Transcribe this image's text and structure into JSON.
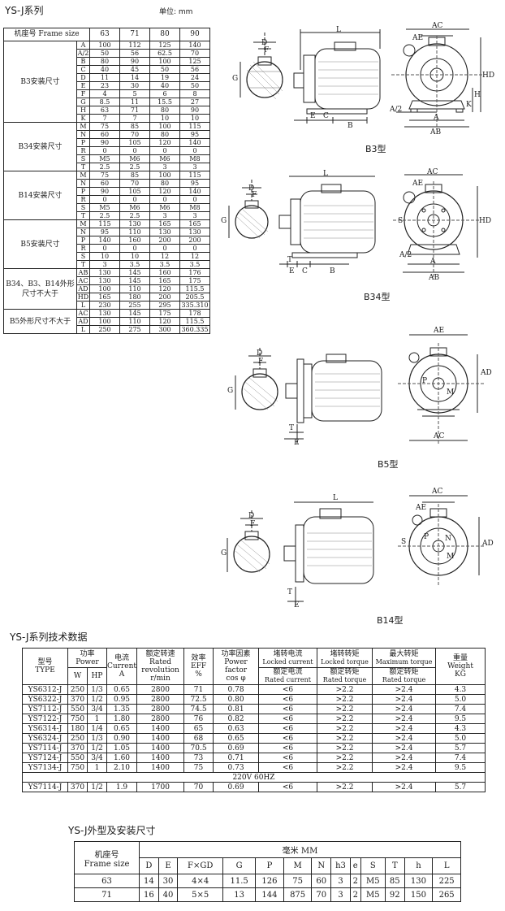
{
  "header": {
    "series_title": "YS-J系列",
    "unit_label": "单位: mm"
  },
  "dim_table": {
    "frame_label": "机座号 Frame size",
    "frames": [
      "63",
      "71",
      "80",
      "90"
    ],
    "groups": [
      {
        "label": "B3安装尺寸",
        "rows": [
          {
            "code": "A",
            "values": [
              "100",
              "112",
              "125",
              "140"
            ]
          },
          {
            "code": "A/2",
            "values": [
              "50",
              "56",
              "62.5",
              "70"
            ]
          },
          {
            "code": "B",
            "values": [
              "80",
              "90",
              "100",
              "125"
            ]
          },
          {
            "code": "C",
            "values": [
              "40",
              "45",
              "50",
              "56"
            ]
          },
          {
            "code": "D",
            "values": [
              "11",
              "14",
              "19",
              "24"
            ]
          },
          {
            "code": "E",
            "values": [
              "23",
              "30",
              "40",
              "50"
            ]
          },
          {
            "code": "F",
            "values": [
              "4",
              "5",
              "6",
              "8"
            ]
          },
          {
            "code": "G",
            "values": [
              "8.5",
              "11",
              "15.5",
              "27"
            ]
          },
          {
            "code": "H",
            "values": [
              "63",
              "71",
              "80",
              "90"
            ]
          },
          {
            "code": "K",
            "values": [
              "7",
              "7",
              "10",
              "10"
            ]
          }
        ]
      },
      {
        "label": "B34安装尺寸",
        "rows": [
          {
            "code": "M",
            "values": [
              "75",
              "85",
              "100",
              "115"
            ]
          },
          {
            "code": "N",
            "values": [
              "60",
              "70",
              "80",
              "95"
            ]
          },
          {
            "code": "P",
            "values": [
              "90",
              "105",
              "120",
              "140"
            ]
          },
          {
            "code": "R",
            "values": [
              "0",
              "0",
              "0",
              "0"
            ]
          },
          {
            "code": "S",
            "values": [
              "M5",
              "M6",
              "M6",
              "M8"
            ]
          },
          {
            "code": "T",
            "values": [
              "2.5",
              "2.5",
              "3",
              "3"
            ]
          }
        ]
      },
      {
        "label": "B14安装尺寸",
        "rows": [
          {
            "code": "M",
            "values": [
              "75",
              "85",
              "100",
              "115"
            ]
          },
          {
            "code": "N",
            "values": [
              "60",
              "70",
              "80",
              "95"
            ]
          },
          {
            "code": "P",
            "values": [
              "90",
              "105",
              "120",
              "140"
            ]
          },
          {
            "code": "R",
            "values": [
              "0",
              "0",
              "0",
              "0"
            ]
          },
          {
            "code": "S",
            "values": [
              "M5",
              "M6",
              "M6",
              "M8"
            ]
          },
          {
            "code": "T",
            "values": [
              "2.5",
              "2.5",
              "3",
              "3"
            ]
          }
        ]
      },
      {
        "label": "B5安装尺寸",
        "rows": [
          {
            "code": "M",
            "values": [
              "115",
              "130",
              "165",
              "165"
            ]
          },
          {
            "code": "N",
            "values": [
              "95",
              "110",
              "130",
              "130"
            ]
          },
          {
            "code": "P",
            "values": [
              "140",
              "160",
              "200",
              "200"
            ]
          },
          {
            "code": "R",
            "values": [
              "0",
              "0",
              "0",
              "0"
            ]
          },
          {
            "code": "S",
            "values": [
              "10",
              "10",
              "12",
              "12"
            ]
          },
          {
            "code": "T",
            "values": [
              "3",
              "3.5",
              "3.5",
              "3.5"
            ]
          }
        ]
      },
      {
        "label": "B34、B3、B14外形尺寸不大于",
        "rows": [
          {
            "code": "AB",
            "values": [
              "130",
              "145",
              "160",
              "176"
            ]
          },
          {
            "code": "AC",
            "values": [
              "130",
              "145",
              "165",
              "175"
            ]
          },
          {
            "code": "AD",
            "values": [
              "100",
              "110",
              "120",
              "115.5"
            ]
          },
          {
            "code": "HD",
            "values": [
              "165",
              "180",
              "200",
              "205.5"
            ]
          },
          {
            "code": "L",
            "values": [
              "230",
              "255",
              "295",
              "335.310"
            ]
          }
        ]
      },
      {
        "label": "B5外形尺寸不大于",
        "rows": [
          {
            "code": "AC",
            "values": [
              "130",
              "145",
              "175",
              "178"
            ]
          },
          {
            "code": "AD",
            "values": [
              "100",
              "110",
              "120",
              "115.5"
            ]
          },
          {
            "code": "L",
            "values": [
              "250",
              "275",
              "300",
              "360.335"
            ]
          }
        ]
      }
    ]
  },
  "drawings": {
    "b3_caption": "B3型",
    "b34_caption": "B34型",
    "b5_caption": "B5型",
    "b14_caption": "B14型",
    "labels": {
      "L": "L",
      "AC": "AC",
      "AE": "AE",
      "AD": "AD",
      "HD": "HD",
      "H": "H",
      "K": "K",
      "A": "A",
      "A2": "A/2",
      "AB": "AB",
      "B": "B",
      "C": "C",
      "E": "E",
      "D": "D",
      "F": "F",
      "G": "G",
      "S": "S",
      "T": "T",
      "M": "M",
      "N": "N",
      "P": "P"
    }
  },
  "tech": {
    "title": "YS-J系列技术数据",
    "headers": {
      "type_cn": "型号",
      "type_en": "TYPE",
      "power_cn": "功率",
      "power_en": "Power",
      "w": "W",
      "hp": "HP",
      "current_cn": "电流",
      "current_en": "Current",
      "current_unit": "A",
      "speed_cn": "额定转速",
      "speed_en1": "Rated",
      "speed_en2": "revolution",
      "speed_unit": "r/min",
      "eff_cn": "效率",
      "eff_en": "EFF",
      "eff_unit": "%",
      "pf_cn": "功率因素",
      "pf_en1": "Power",
      "pf_en2": "factor",
      "pf_unit": "cos φ",
      "locked_cur_cn": "堵转电流",
      "locked_cur_en": "Locked current",
      "rated_cur_cn": "额定电流",
      "rated_cur_en": "Rated current",
      "locked_tq_cn": "堵转转矩",
      "locked_tq_en": "Locked torque",
      "rated_tq_cn": "额定转矩",
      "rated_tq_en": "Rated torque",
      "max_tq_cn": "最大转矩",
      "max_tq_en": "Maximum torque",
      "max_rated_cn": "额定转矩",
      "max_rated_en": "Rated torque",
      "weight_cn": "重量",
      "weight_en": "Weight",
      "weight_unit": "KG"
    },
    "rows": [
      [
        "YS6312-J",
        "250",
        "1/3",
        "0.65",
        "2800",
        "71",
        "0.78",
        "<6",
        ">2.2",
        ">2.4",
        "4.3"
      ],
      [
        "YS6322-J",
        "370",
        "1/2",
        "0.95",
        "2800",
        "72.5",
        "0.80",
        "<6",
        ">2.2",
        ">2.4",
        "5.0"
      ],
      [
        "YS7112-J",
        "550",
        "3/4",
        "1.35",
        "2800",
        "74.5",
        "0.81",
        "<6",
        ">2.2",
        ">2.4",
        "7.4"
      ],
      [
        "YS7122-J",
        "750",
        "1",
        "1.80",
        "2800",
        "76",
        "0.82",
        "<6",
        ">2.2",
        ">2.4",
        "9.5"
      ],
      [
        "YS6314-J",
        "180",
        "1/4",
        "0.65",
        "1400",
        "65",
        "0.63",
        "<6",
        ">2.2",
        ">2.4",
        "4.3"
      ],
      [
        "YS6324-J",
        "250",
        "1/3",
        "0.90",
        "1400",
        "68",
        "0.65",
        "<6",
        ">2.2",
        ">2.4",
        "5.0"
      ],
      [
        "YS7114-J",
        "370",
        "1/2",
        "1.05",
        "1400",
        "70.5",
        "0.69",
        "<6",
        ">2.2",
        ">2.4",
        "5.7"
      ],
      [
        "YS7124-J",
        "550",
        "3/4",
        "1.60",
        "1400",
        "73",
        "0.71",
        "<6",
        ">2.2",
        ">2.4",
        "7.4"
      ],
      [
        "YS7134-J",
        "750",
        "1",
        "2.10",
        "1400",
        "75",
        "0.73",
        "<6",
        ">2.2",
        ">2.4",
        "9.5"
      ]
    ],
    "voltage_note": "220V  60HZ",
    "last_row": [
      "YS7114-J",
      "370",
      "1/2",
      "1.9",
      "1700",
      "70",
      "0.69",
      "<6",
      ">2.2",
      ">2.4",
      "5.7"
    ]
  },
  "install": {
    "title": "YS-J外型及安装尺寸",
    "frame_cn": "机座号",
    "frame_en": "Frame size",
    "unit": "毫米   MM",
    "columns": [
      "D",
      "E",
      "F×GD",
      "G",
      "P",
      "M",
      "N",
      "h3",
      "e",
      "S",
      "T",
      "h",
      "L"
    ],
    "rows": [
      {
        "frame": "63",
        "values": [
          "14",
          "30",
          "4×4",
          "11.5",
          "126",
          "75",
          "60",
          "3",
          "2",
          "M5",
          "85",
          "130",
          "225"
        ]
      },
      {
        "frame": "71",
        "values": [
          "16",
          "40",
          "5×5",
          "13",
          "144",
          "875",
          "70",
          "3",
          "2",
          "M5",
          "92",
          "150",
          "265"
        ]
      }
    ]
  }
}
